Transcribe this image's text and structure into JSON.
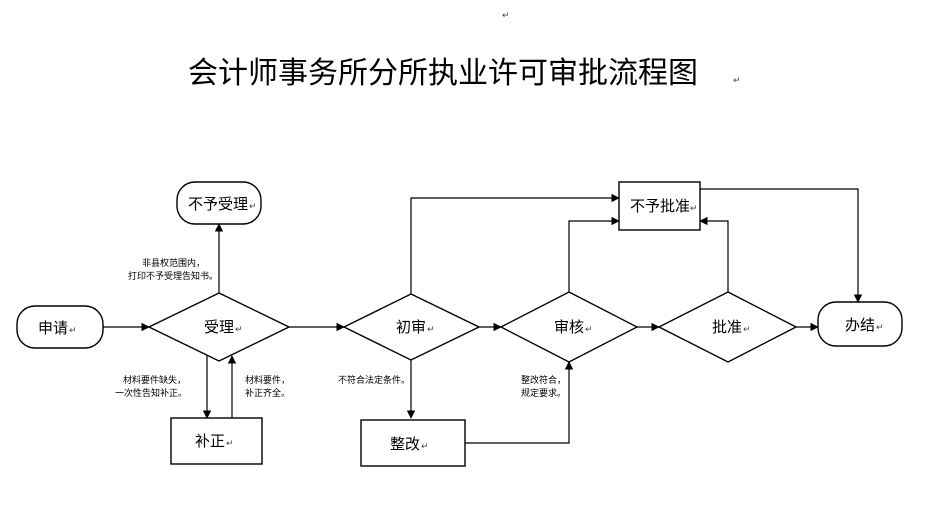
{
  "title": "会计师事务所分所执业许可审批流程图",
  "nodes": {
    "apply": "申请",
    "accept": "受理",
    "reject_accept": "不予受理",
    "supplement": "补正",
    "initial_review": "初审",
    "rectify": "整改",
    "audit": "审核",
    "approve": "批准",
    "reject_approve": "不予批准",
    "complete": "办结"
  },
  "annotations": {
    "out_of_scope_line1": "非县权范围内，",
    "out_of_scope_line2": "打印不予受理告知书。",
    "missing_line1": "材料要件缺失，",
    "missing_line2": "一次性告知补正。",
    "complete_line1": "材料要件，",
    "complete_line2": "补正齐全。",
    "nonconform": "不符合法定条件。",
    "rectified_line1": "整改符合，",
    "rectified_line2": "规定要求。"
  },
  "mark": "↵"
}
